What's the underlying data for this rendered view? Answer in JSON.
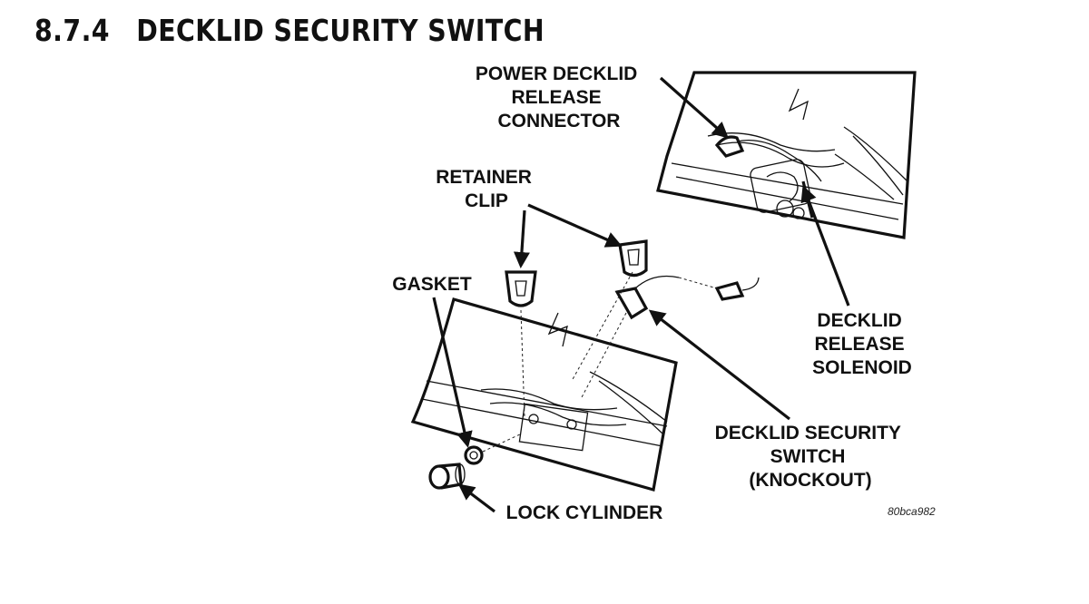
{
  "section": {
    "number": "8.7.4",
    "title": "DECKLID SECURITY SWITCH"
  },
  "callouts": {
    "power_release_connector": [
      "POWER DECKLID",
      "RELEASE",
      "CONNECTOR"
    ],
    "retainer_clip": [
      "RETAINER",
      "CLIP"
    ],
    "gasket": "GASKET",
    "release_solenoid": [
      "DECKLID",
      "RELEASE",
      "SOLENOID"
    ],
    "security_switch": [
      "DECKLID SECURITY",
      "SWITCH",
      "(KNOCKOUT)"
    ],
    "lock_cylinder": "LOCK CYLINDER"
  },
  "figure_ref": "80bca982"
}
